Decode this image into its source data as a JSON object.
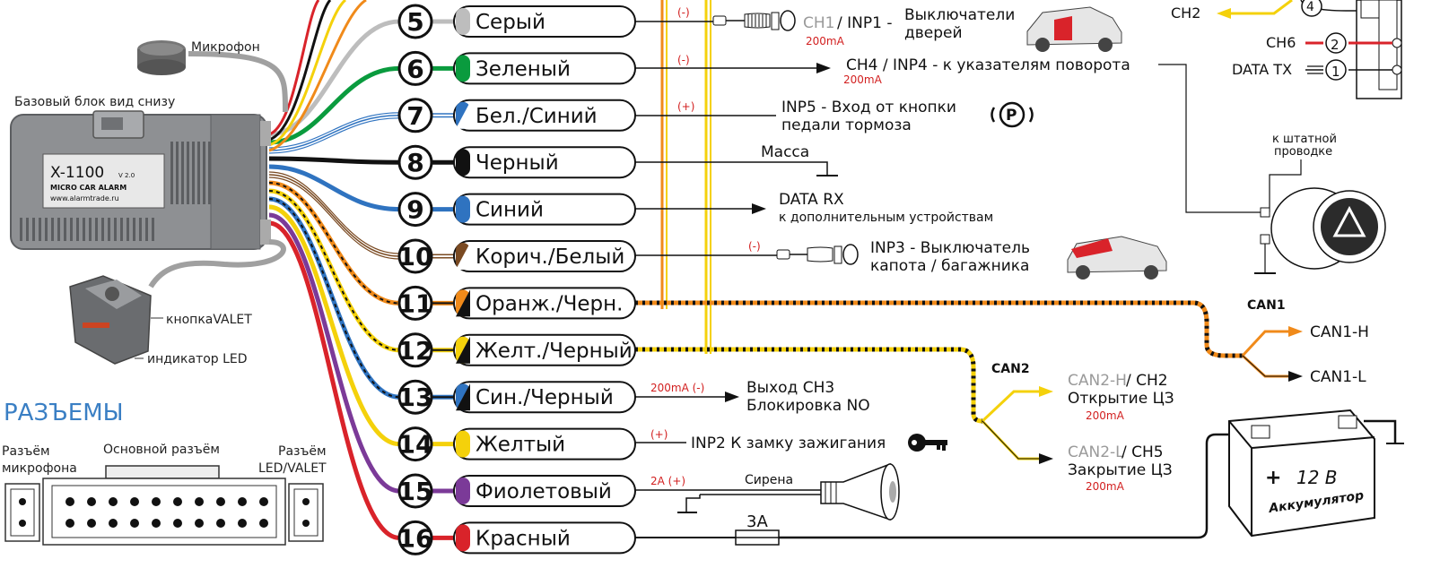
{
  "device": {
    "model": "X-1100",
    "version": "V 2.0",
    "brand": "MICRO CAR ALARM",
    "url": "www.alarmtrade.ru",
    "unit_caption": "Базовый блок вид снизу",
    "microphone": "Микрофон",
    "valet_button": "кнопкаVALET",
    "led_indicator": "индикатор LED"
  },
  "connectors": {
    "title": "РАЗЪЕМЫ",
    "mic": "Разъём микрофона",
    "main": "Основной разъём",
    "led": "Разъём LED/VALET"
  },
  "rows": [
    {
      "num": "5",
      "label": "Серый",
      "color": "#bdbdbd",
      "color2": "#bdbdbd"
    },
    {
      "num": "6",
      "label": "Зеленый",
      "color": "#0a9b3e",
      "color2": "#0a9b3e"
    },
    {
      "num": "7",
      "label": "Бел./Синий",
      "color": "#ffffff",
      "color2": "#2f73c0"
    },
    {
      "num": "8",
      "label": "Черный",
      "color": "#111111",
      "color2": "#111111"
    },
    {
      "num": "9",
      "label": "Синий",
      "color": "#2f73c0",
      "color2": "#2f73c0"
    },
    {
      "num": "10",
      "label": "Корич./Белый",
      "color": "#ffffff",
      "color2": "#7a4a22"
    },
    {
      "num": "11",
      "label": "Оранж./Черн.",
      "color": "#111111",
      "color2": "#f08a1a"
    },
    {
      "num": "12",
      "label": "Желт./Черный",
      "color": "#111111",
      "color2": "#f4d10b"
    },
    {
      "num": "13",
      "label": "Син./Черный",
      "color": "#111111",
      "color2": "#2f73c0"
    },
    {
      "num": "14",
      "label": "Желтый",
      "color": "#f4d10b",
      "color2": "#f4d10b"
    },
    {
      "num": "15",
      "label": "Фиолетовый",
      "color": "#7b3a98",
      "color2": "#7b3a98"
    },
    {
      "num": "16",
      "label": "Красный",
      "color": "#d9232a",
      "color2": "#d9232a"
    }
  ],
  "annotations": {
    "r5_pol": "(-)",
    "r5_ch_grey": "CH1",
    "r5_ch": "/ INP1 -",
    "r5_desc1": "Выключатели",
    "r5_desc2": "дверей",
    "r5_ma": "200mA",
    "r6_pol": "(-)",
    "r6_desc": "CH4  / INP4 - к указателям поворота",
    "r6_ma": "200mA",
    "r7_pol": "(+)",
    "r7_desc1": "INP5 - Вход от кнопки",
    "r7_desc2": "педали тормоза",
    "r7_icon": "(P)",
    "r8_desc": "Масса",
    "r9_desc1": "DATA RX",
    "r9_desc2": "к дополнительным устройствам",
    "r10_pol": "(-)",
    "r10_desc1": "INP3 - Выключатель",
    "r10_desc2": "капота / багажника",
    "r13_pol": "200mA (-)",
    "r13_desc1": "Выход CH3",
    "r13_desc2": "Блокировка NO",
    "r14_pol": "(+)",
    "r14_desc": "INP2  К замку зажигания",
    "r15_pol": "2A (+)",
    "r15_desc": "Сирена",
    "r16_fuse": "3A",
    "can1": "CAN1",
    "can1_h": "CAN1-H",
    "can1_l": "CAN1-L",
    "can2": "CAN2",
    "can2_h_grey": "CAN2-H",
    "can2_h": " / CH2",
    "can2_h_desc": "Открытие ЦЗ",
    "can2_h_ma": "200mA",
    "can2_l_grey": "CAN2-L",
    "can2_l": " / CH5",
    "can2_l_desc": "Закрытие ЦЗ",
    "can2_l_ma": "200mA",
    "battery_v": "12 В",
    "battery_lbl": "Аккумулятор",
    "battery_plus": "+",
    "to_wiring1": "к штатной",
    "to_wiring2": "проводке",
    "ch2": "CH2",
    "ch6": "CH6",
    "data_tx": "DATA TX",
    "pin4": "4",
    "pin2": "2",
    "pin1": "1"
  }
}
